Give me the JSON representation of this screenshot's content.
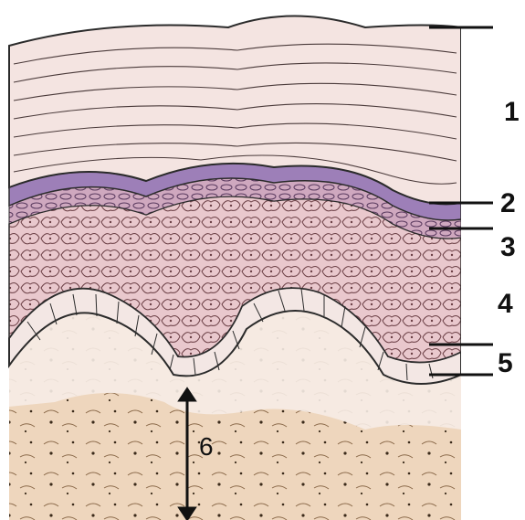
{
  "labels": {
    "l1": "1",
    "l2": "2",
    "l3": "3",
    "l4": "4",
    "l5": "5",
    "l6": "6"
  },
  "colors": {
    "stratum_corneum": "#f4e4e1",
    "stratum_lucidum": "#9d7fb8",
    "stratum_granulosum": "#d9b8c4",
    "stratum_spinosum": "#e8c9cc",
    "stratum_basale": "#f3e7e4",
    "dermis": "#efd8bf",
    "line": "#2b2b2b"
  }
}
